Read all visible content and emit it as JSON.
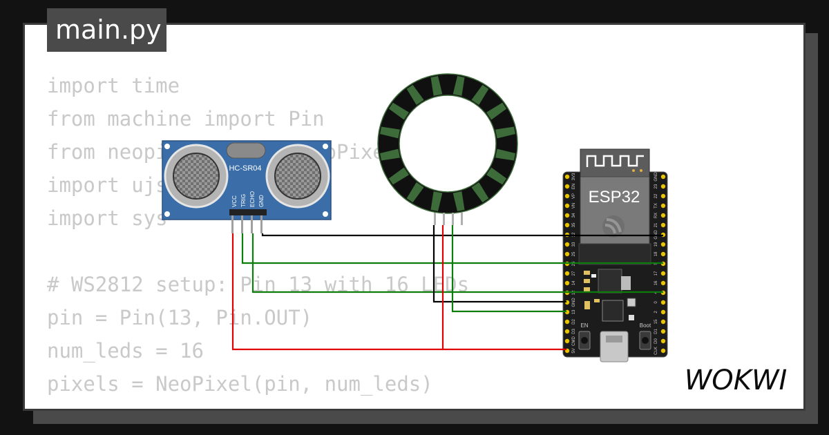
{
  "file_tab": {
    "label": "main.py"
  },
  "code_lines": [
    "import time",
    "from machine import Pin",
    "from neopixel import NeoPixel",
    "import ujson",
    "import sys",
    "",
    "# WS2812 setup: Pin 13 with 16 LEDs",
    "pin = Pin(13, Pin.OUT)",
    "num_leds = 16",
    "pixels = NeoPixel(pin, num_leds)"
  ],
  "sensor": {
    "label": "HC-SR04",
    "pins": [
      "VCC",
      "TRIG",
      "ECHO",
      "GND"
    ]
  },
  "neopixel_ring": {
    "led_count": 16
  },
  "esp32": {
    "label": "ESP32",
    "left_pins": [
      "3V3",
      "EN",
      "VP",
      "VN",
      "34",
      "35",
      "32",
      "33",
      "25",
      "26",
      "27",
      "14",
      "12",
      "GND",
      "13",
      "D2",
      "D3",
      "CMD",
      "5V"
    ],
    "right_pins": [
      "GND",
      "23",
      "22",
      "TX",
      "RX",
      "21",
      "GND",
      "19",
      "18",
      "5",
      "17",
      "16",
      "4",
      "0",
      "2",
      "15",
      "D1",
      "D0",
      "CLK"
    ],
    "button_en": "EN",
    "button_boot": "Boot"
  },
  "brand": {
    "name": "WOKWI"
  },
  "colors": {
    "background": "#121212",
    "panel": "#ffffff",
    "tab": "#4a4a4a",
    "code_text": "#c9c9c9",
    "wire_black": "#000000",
    "wire_green": "#0a7d0a",
    "wire_red": "#e00000",
    "sensor_board": "#3b6ea8",
    "ring_led": "#3e6b3a",
    "esp32_board": "#1c1c1c"
  }
}
